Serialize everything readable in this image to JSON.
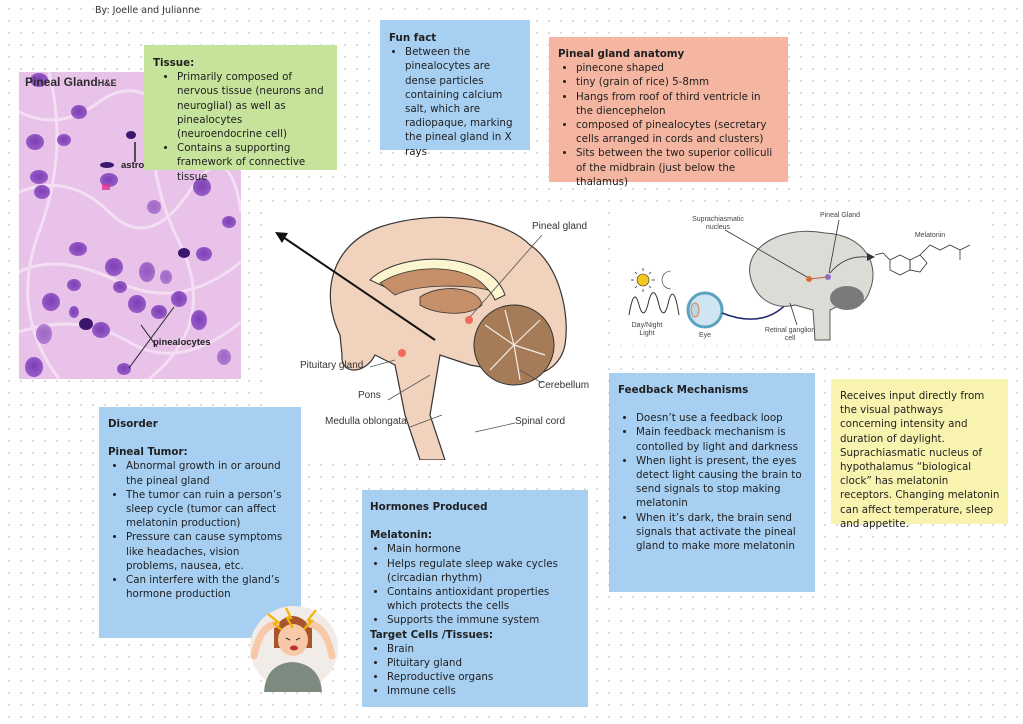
{
  "credit": "By: Joelle and Julianne",
  "histology": {
    "title": "Pineal Gland",
    "stain": "H&E",
    "label_astrocyte": "astrocy",
    "label_pinealocytes": "pinealocytes"
  },
  "tissue": {
    "title": "Tissue:",
    "items": [
      "Primarily composed of nervous tissue (neurons and neuroglial) as well as pinealocytes (neuroendocrine cell)",
      "Contains a supporting framework of connective tissue"
    ]
  },
  "fun_fact": {
    "title": "Fun fact",
    "items": [
      "Between the pinealocytes are dense particles containing calcium salt, which are radiopaque, marking the pineal gland in X rays"
    ]
  },
  "anatomy": {
    "title": "Pineal gland anatomy",
    "items": [
      "pinecone shaped",
      "tiny (grain of rice) 5-8mm",
      "Hangs from roof of third ventricle in the diencephelon",
      "composed of pinealocytes (secretary cells arranged in cords and clusters)",
      "Sits between the two superior colliculi of the midbrain (just below the thalamus)"
    ]
  },
  "brain_diagram": {
    "labels": {
      "pineal": "Pineal gland",
      "pituitary": "Pituitary gland",
      "pons": "Pons",
      "medulla": "Medulla oblongata",
      "cerebellum": "Cerebellum",
      "spinal": "Spinal cord"
    }
  },
  "scn_diagram": {
    "labels": {
      "scn": "Suprachiasmatic nucleus",
      "pineal": "Pineal Gland",
      "melatonin": "Melatonin",
      "daynight": "Day/Night Light",
      "eye": "Eye",
      "rgc": "Retinal ganglion cell"
    }
  },
  "feedback": {
    "title": "Feedback Mechanisms",
    "items": [
      "Doesn’t use a feedback loop",
      "Main feedback mechanism is contolled by light and darkness",
      "When light is present, the eyes detect light causing the brain to send signals to stop making melatonin",
      "When it’s dark, the brain send signals that activate the pineal gland to make more melatonin"
    ]
  },
  "input_note": {
    "text": "Receives input directly from the visual pathways concerning intensity and duration of daylight. Suprachiasmatic nucleus of hypothalamus “biological clock” has melatonin receptors. Changing melatonin can affect temperature, sleep and appetite."
  },
  "disorder": {
    "title": "Disorder",
    "subtitle": "Pineal Tumor:",
    "items": [
      "Abnormal growth in or around the pineal gland",
      "The tumor can ruin a person’s sleep cycle (tumor can affect melatonin production)",
      "Pressure can cause symptoms like headaches, vision problems, nausea, etc.",
      "Can interfere with the gland’s hormone production"
    ]
  },
  "hormones": {
    "title": "Hormones Produced",
    "melatonin_title": "Melatonin:",
    "melatonin_items": [
      "Main hormone",
      "Helps regulate sleep wake cycles (circadian rhythm)",
      "Contains antioxidant properties which protects the cells",
      "Supports the immune system"
    ],
    "targets_title": "Target Cells /Tissues:",
    "targets_items": [
      "Brain",
      "Pituitary gland",
      "Reproductive organs",
      "Immune cells"
    ]
  },
  "colors": {
    "blue_note": "#a7cff2",
    "green_note": "#c6e39b",
    "salmon_note": "#f4b6a1",
    "yellow_note": "#f9f3b0"
  }
}
